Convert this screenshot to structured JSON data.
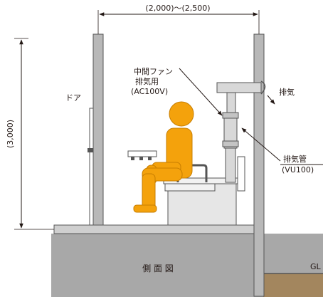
{
  "colors": {
    "wall_fill": "#b8b8b8",
    "wall_stroke": "#555555",
    "ground": "#a8a8a8",
    "soil": "#a3865e",
    "figure": "#f4a20c",
    "line": "#231815",
    "pipe": "#d8d8d8"
  },
  "labels": {
    "width_dim": "(2,000)～(2,500)",
    "height_dim": "(3,000)",
    "door": "ドア",
    "fan_line1": "中間ファン",
    "fan_line2": "排気用",
    "fan_line3": "(AC100V)",
    "exhaust": "排気",
    "pipe_line1": "排気管",
    "pipe_line2": "(VU100)",
    "view": "側 面 図",
    "gl": "GL"
  }
}
